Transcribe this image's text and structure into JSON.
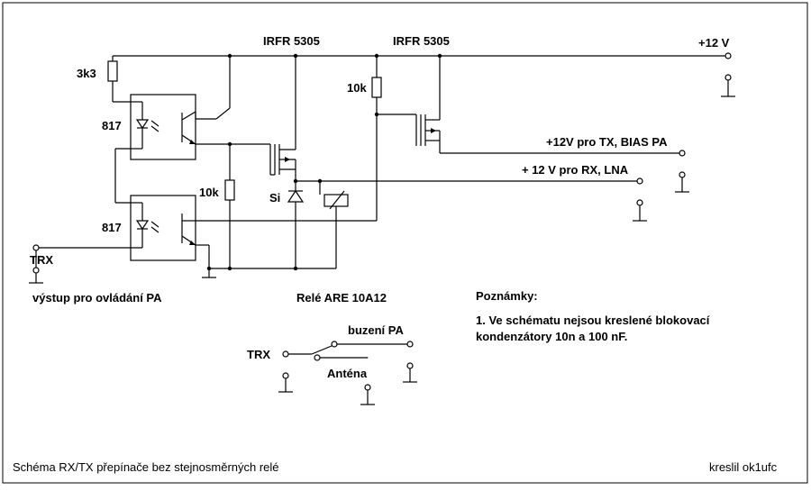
{
  "labels": {
    "mosfet_1": "IRFR 5305",
    "mosfet_2": "IRFR 5305",
    "supply": "+12 V",
    "resistor_top": "3k3",
    "resistor_right": "10k",
    "resistor_mid": "10k",
    "opto_top": "817",
    "opto_bottom": "817",
    "out_tx": "+12V pro TX, BIAS PA",
    "out_rx": "+ 12 V pro RX, LNA",
    "diode": "Si",
    "trx_input": "TRX",
    "trx_caption": "výstup pro ovládání PA",
    "relay": "Relé ARE 10A12",
    "relay_trx": "TRX",
    "relay_pa": "buzení PA",
    "relay_ant": "Anténa",
    "notes_title": "Poznámky:",
    "notes_line1": "1. Ve schématu nejsou kreslené blokovací",
    "notes_line2": "kondenzátory 10n a 100 nF.",
    "footer_title": "Schéma RX/TX přepínače bez stejnosměrných relé",
    "footer_author": "kreslil ok1ufc"
  }
}
